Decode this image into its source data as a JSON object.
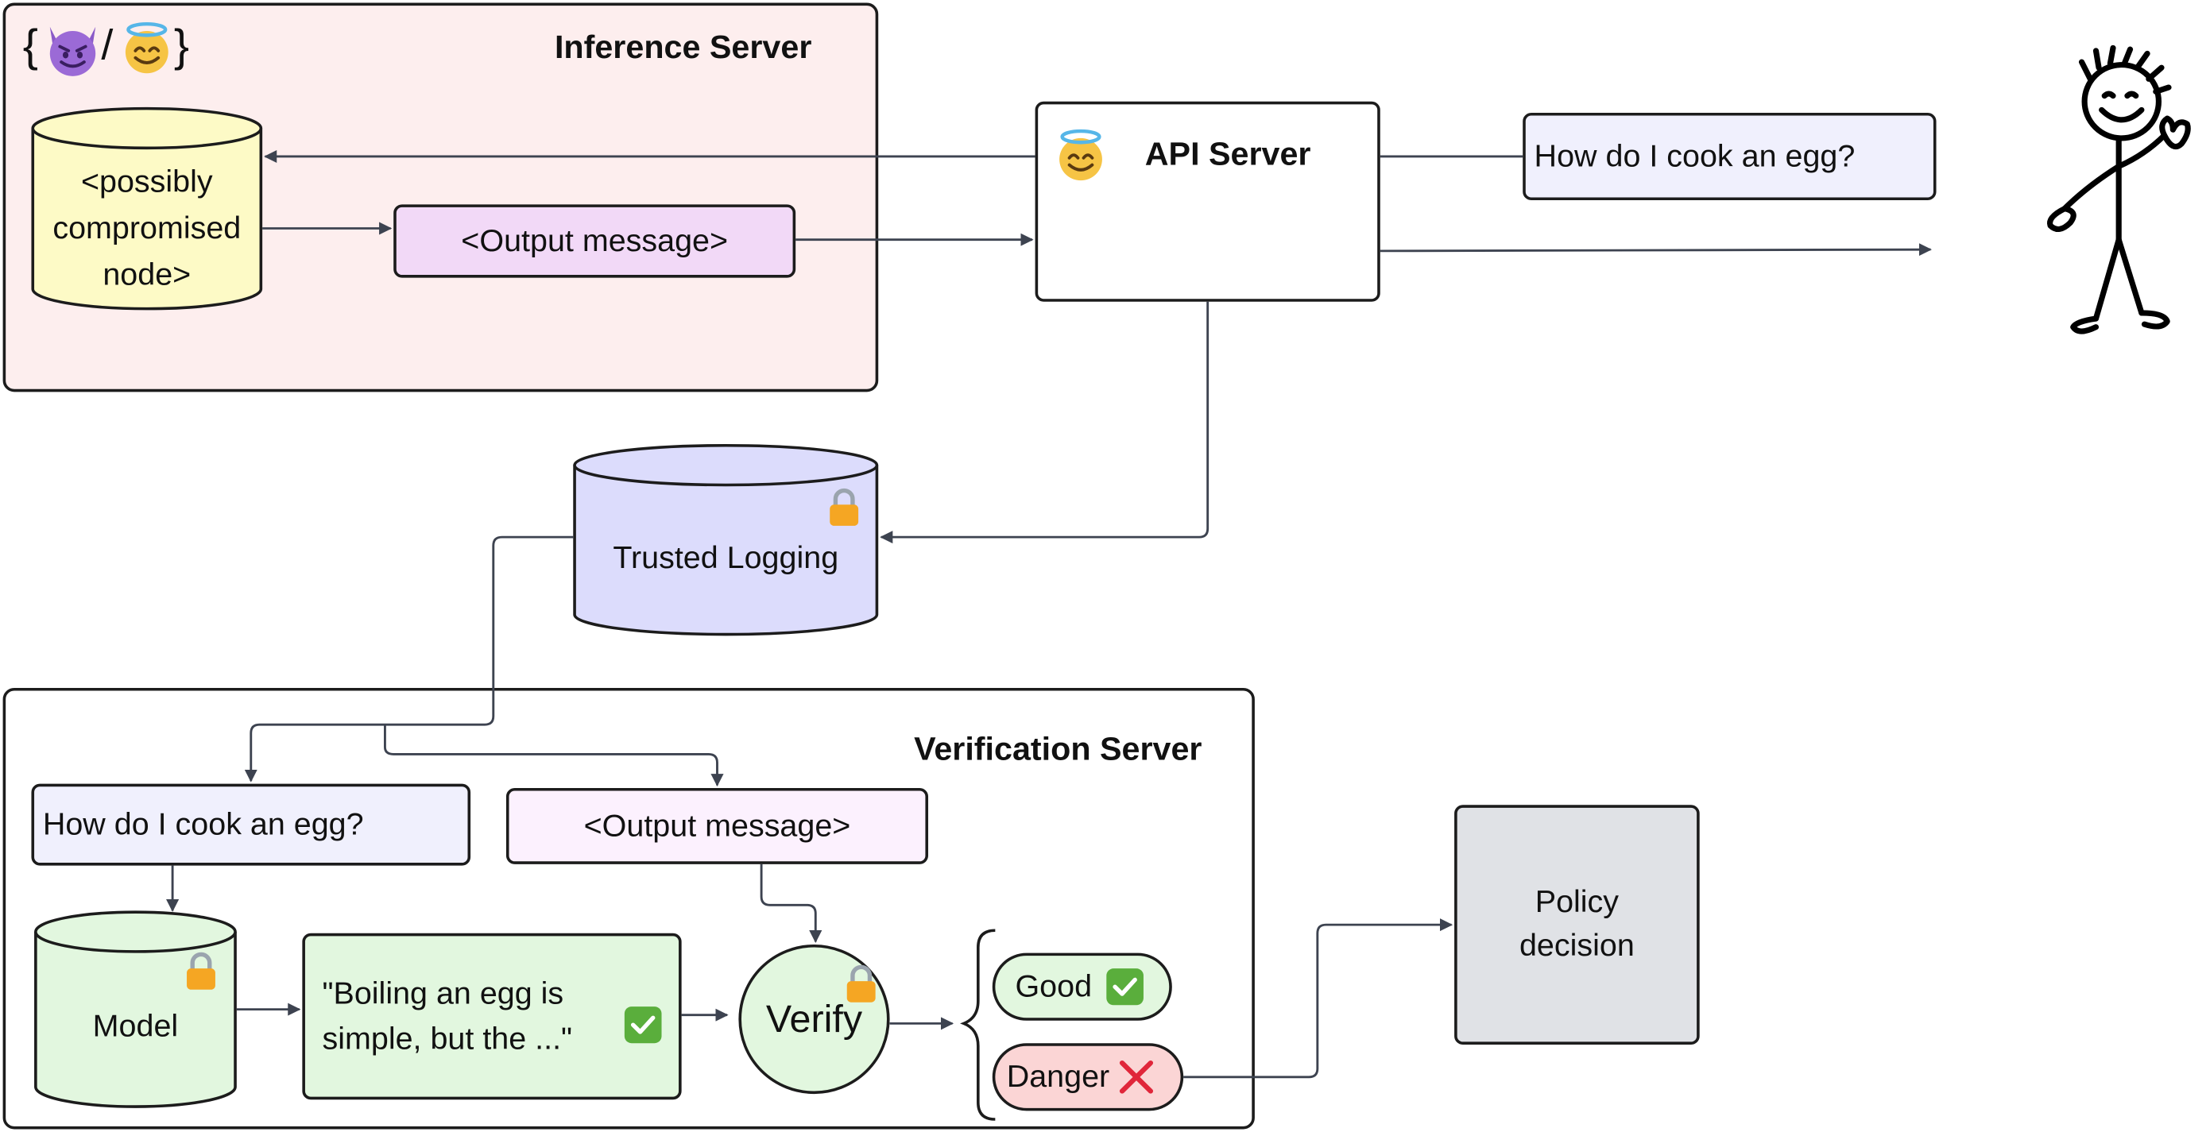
{
  "inference_server": {
    "title": "Inference Server",
    "brace_open": "{",
    "slash": "/",
    "brace_close": "}",
    "node_label_line1": "<possibly",
    "node_label_line2": "compromised",
    "node_label_line3": "node>",
    "output_message": "<Output message>"
  },
  "api_server": {
    "title": "API Server"
  },
  "user": {
    "question": "How do I cook an egg?"
  },
  "trusted_logging": {
    "label": "Trusted Logging"
  },
  "verification_server": {
    "title": "Verification Server",
    "question": "How do I cook an egg?",
    "output_message": "<Output message>",
    "model_label": "Model",
    "response_line1": "\"Boiling an egg is",
    "response_line2": "simple, but the ...\"",
    "verify_label": "Verify",
    "good_label": "Good",
    "danger_label": "Danger"
  },
  "policy": {
    "line1": "Policy",
    "line2": "decision"
  },
  "colors": {
    "inference_panel": "#fdeeee",
    "node_fill": "#fdfac6",
    "output_fill": "#f2d9f7",
    "question_fill": "#f0f0fd",
    "logging_fill": "#dcdcfc",
    "verify_output_fill": "#fcf1fe",
    "green_fill": "#e2f7df",
    "danger_fill": "#fbd5d5",
    "policy_fill": "#e0e2e6",
    "wire": "#3d4350"
  },
  "icons": [
    "devil-face-icon",
    "angel-face-icon",
    "lock-icon",
    "check-mark-icon",
    "cross-mark-icon",
    "stick-figure-icon"
  ]
}
